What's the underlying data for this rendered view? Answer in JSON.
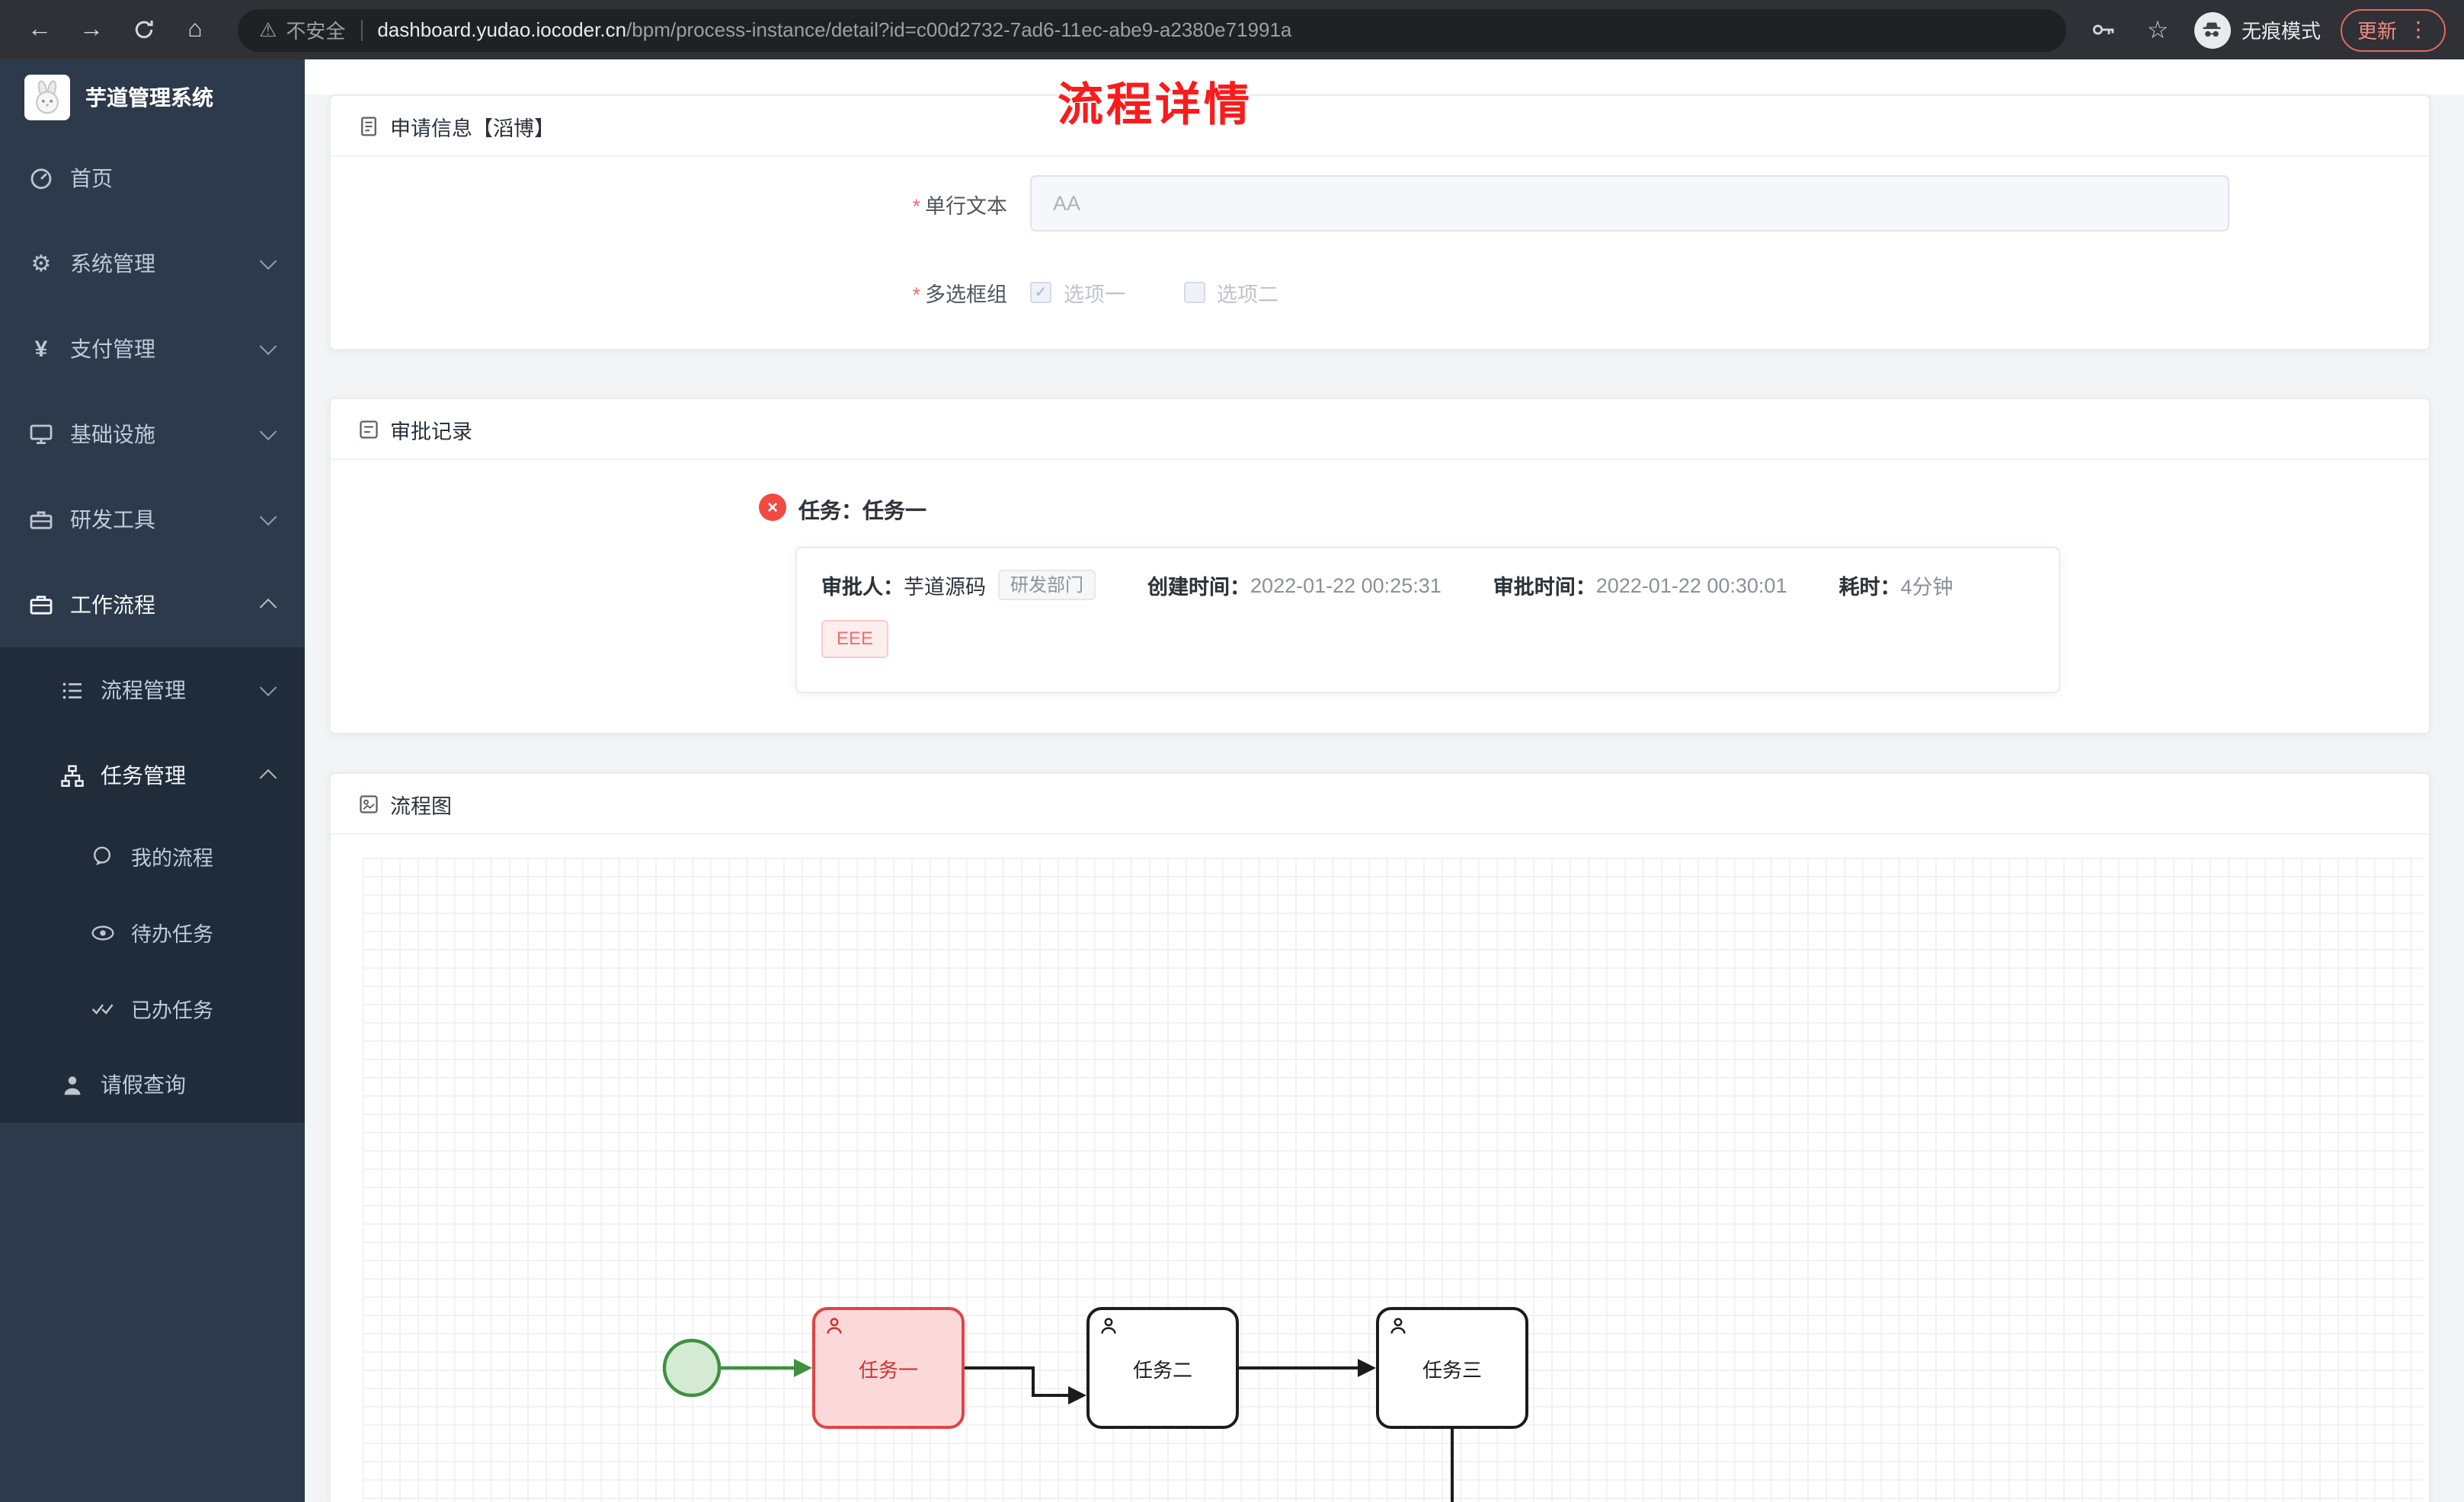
{
  "colors": {
    "page_title_red": "#fb1b1b",
    "sidebar_bg": "#2d3a4b",
    "submenu_bg": "#212c3a",
    "task_highlight_border": "#e04545",
    "task_highlight_bg": "#fbd9d9",
    "start_event_green": "#3f9140",
    "danger": "#f56c6c",
    "update_chip_red": "#f28b82"
  },
  "icons": {
    "back": "←",
    "forward": "→",
    "home": "⌂",
    "warning": "⚠",
    "star": "☆",
    "dots": "⋮",
    "gear": "⚙",
    "yen": "¥",
    "check": "✓",
    "close": "×"
  },
  "browser": {
    "not_secure_label": "不安全",
    "url_domain": "dashboard.yudao.iocoder.cn",
    "url_path": "/bpm/process-instance/detail?id=c00d2732-7ad6-11ec-abe9-a2380e71991a",
    "incognito_label": "无痕模式",
    "update_label": "更新"
  },
  "sidebar": {
    "brand": "芋道管理系统",
    "items": [
      {
        "label": "首页"
      },
      {
        "label": "系统管理"
      },
      {
        "label": "支付管理"
      },
      {
        "label": "基础设施"
      },
      {
        "label": "研发工具"
      },
      {
        "label": "工作流程"
      },
      {
        "label": "流程管理"
      },
      {
        "label": "任务管理"
      },
      {
        "label": "我的流程"
      },
      {
        "label": "待办任务"
      },
      {
        "label": "已办任务"
      },
      {
        "label": "请假查询"
      }
    ]
  },
  "page": {
    "title": "流程详情"
  },
  "apply_card": {
    "header": "申请信息【滔博】",
    "required_mark": "*",
    "text_field_label": "单行文本",
    "text_field_value": "AA",
    "checkbox_group_label": "多选框组",
    "checkbox_options": [
      {
        "label": "选项一",
        "checked": true
      },
      {
        "label": "选项二",
        "checked": false
      }
    ]
  },
  "approval_card": {
    "header": "审批记录",
    "task_title": "任务：任务一",
    "approver_label": "审批人：",
    "approver_name": "芋道源码",
    "approver_dept_tag": "研发部门",
    "create_time_label": "创建时间：",
    "create_time": "2022-01-22 00:25:31",
    "approve_time_label": "审批时间：",
    "approve_time": "2022-01-22 00:30:01",
    "duration_label": "耗时：",
    "duration": "4分钟",
    "reason_tag": "EEE"
  },
  "flow_card": {
    "header": "流程图",
    "nodes": [
      {
        "label": "任务一",
        "highlighted": true
      },
      {
        "label": "任务二",
        "highlighted": false
      },
      {
        "label": "任务三",
        "highlighted": false
      }
    ]
  }
}
